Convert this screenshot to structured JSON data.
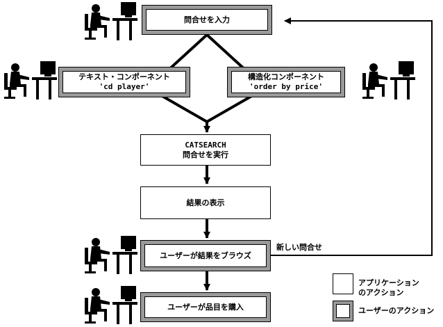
{
  "nodes": {
    "enter_query": "問合せを入力",
    "text_component": "テキスト・コンポーネント",
    "text_component_value": "'cd player'",
    "structured_component": "構造化コンポーネント",
    "structured_component_value": "'order by price'",
    "catsearch_title": "CATSEARCH",
    "catsearch_sub": "問合せを実行",
    "show_results": "結果の表示",
    "browse_results": "ユーザーが結果をブラウズ",
    "purchase_item": "ユーザーが品目を購入"
  },
  "edge_labels": {
    "new_query": "新しい問合せ"
  },
  "legend": {
    "application_action_line1": "アプリケーション",
    "application_action_line2": "のアクション",
    "user_action": "ユーザーのアクション"
  },
  "colors": {
    "user_action_fill": "#9a9a9a",
    "application_action_fill": "#ffffff",
    "line": "#000000"
  }
}
